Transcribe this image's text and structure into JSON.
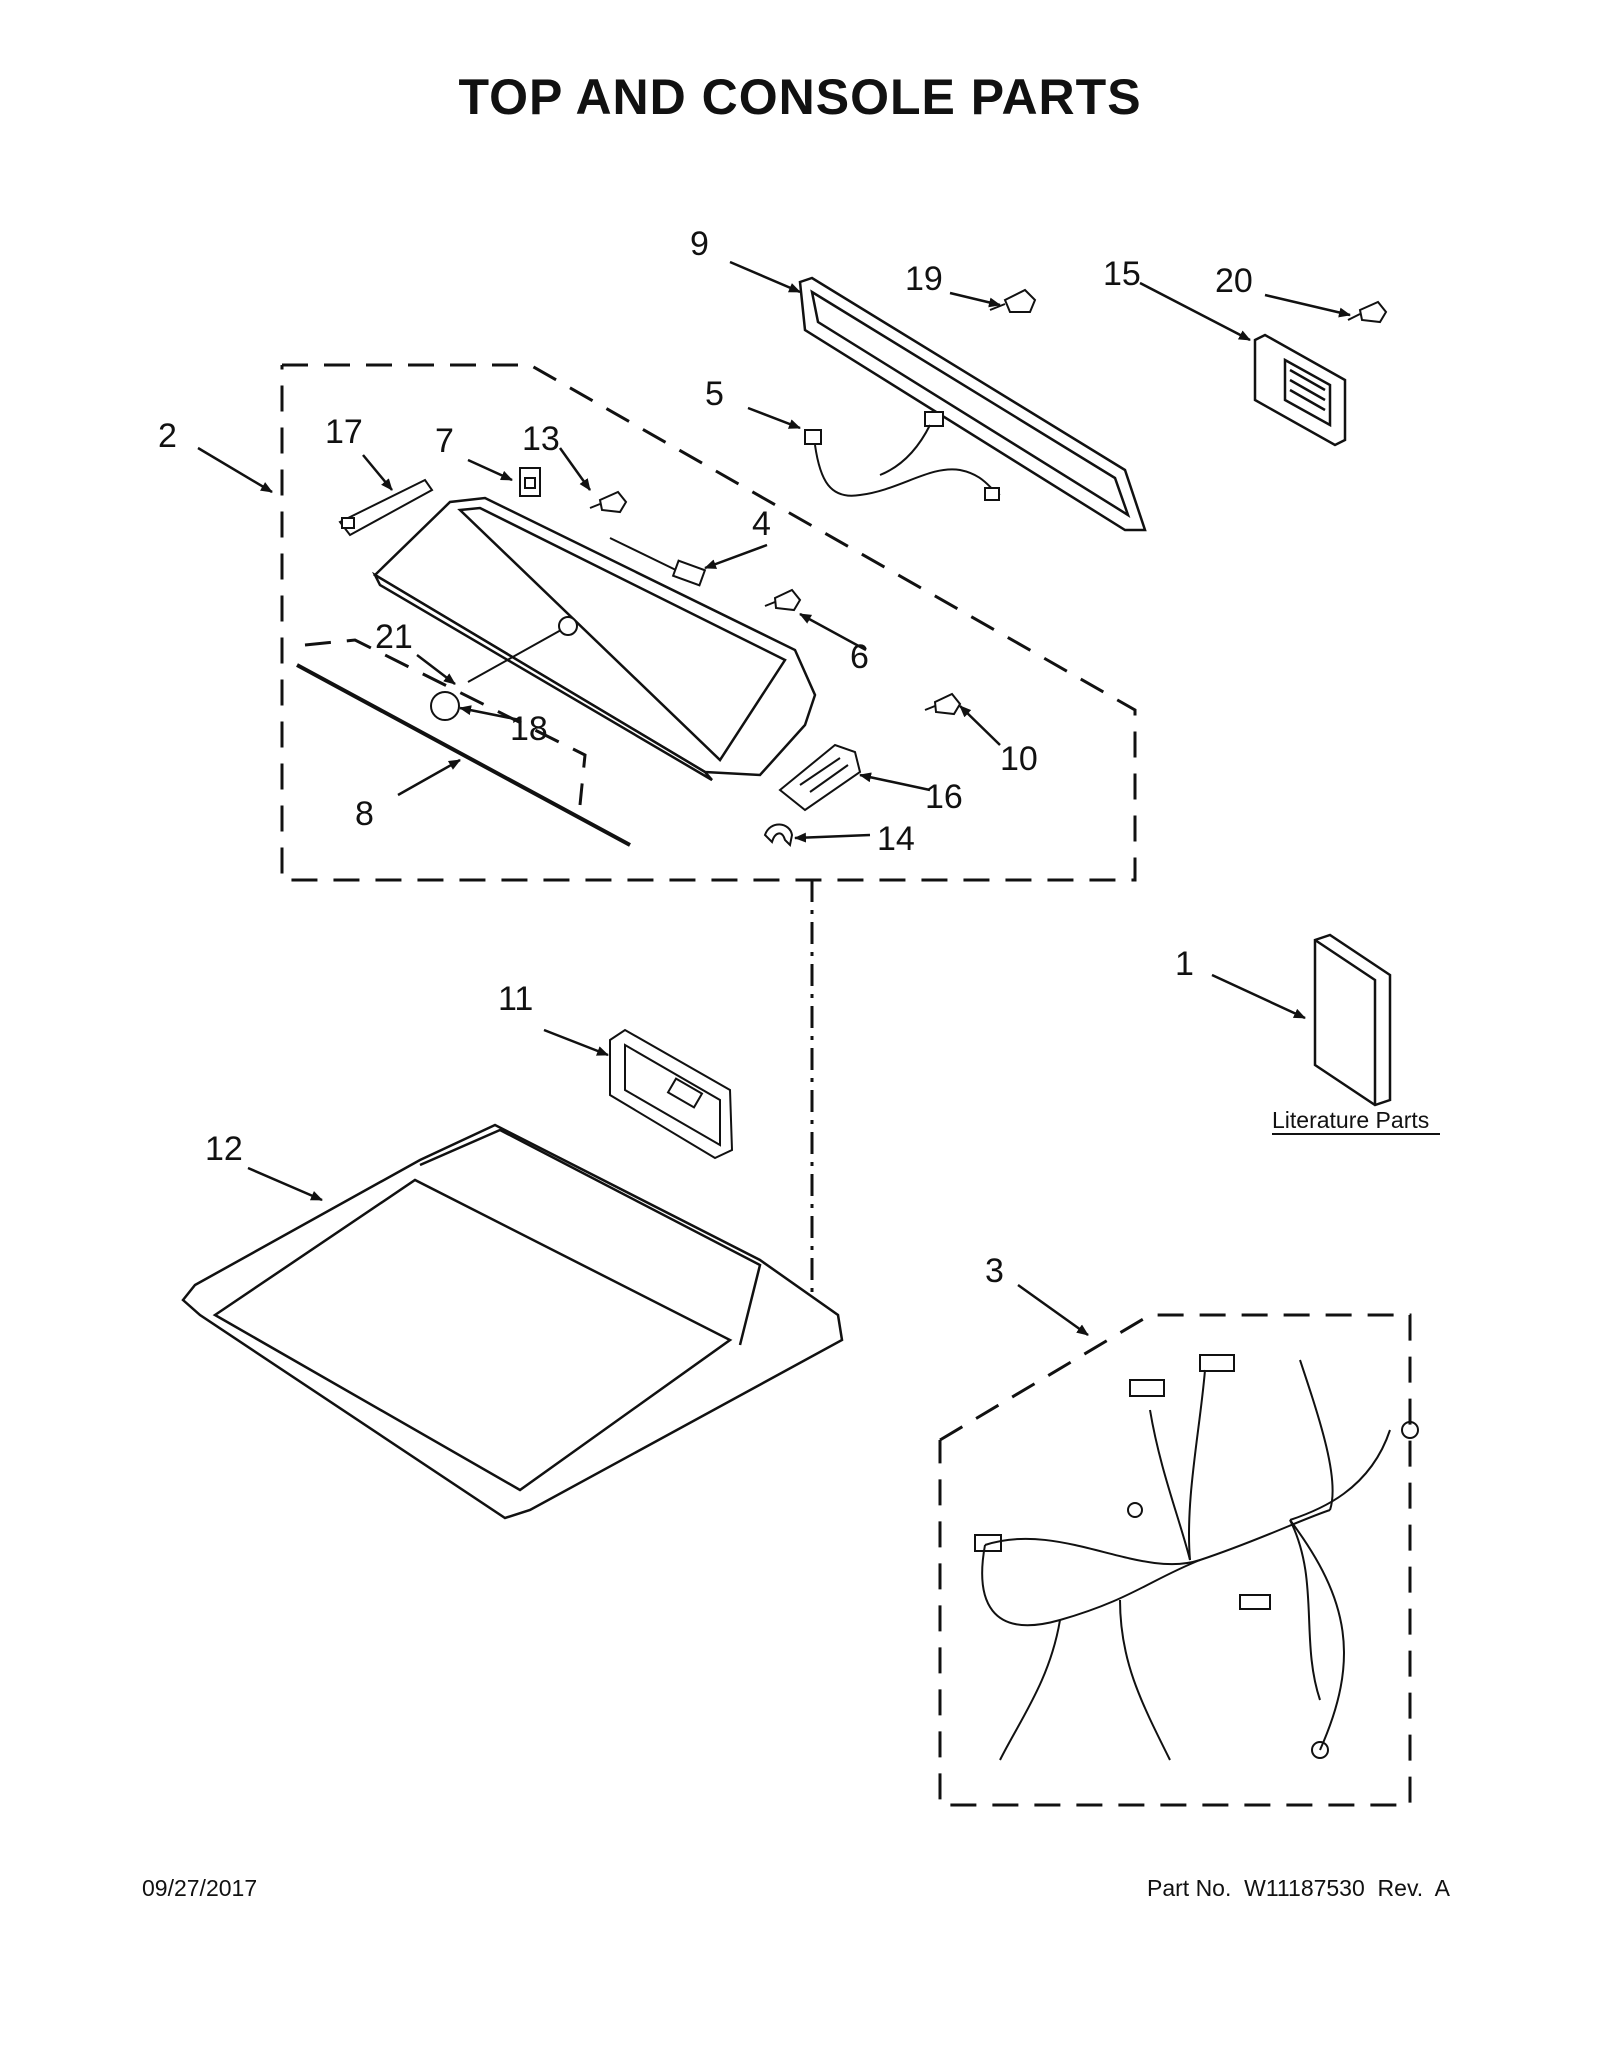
{
  "title": "TOP AND CONSOLE PARTS",
  "footer": {
    "date": "09/27/2017",
    "part_number": "Part No.  W11187530  Rev.  A"
  },
  "literature_label": "Literature Parts",
  "callouts": {
    "c1": "1",
    "c2": "2",
    "c3": "3",
    "c4": "4",
    "c5": "5",
    "c6": "6",
    "c7": "7",
    "c8": "8",
    "c9": "9",
    "c10": "10",
    "c11": "11",
    "c12": "12",
    "c13": "13",
    "c14": "14",
    "c15": "15",
    "c16": "16",
    "c17": "17",
    "c18": "18",
    "c19": "19",
    "c20": "20",
    "c21": "21"
  }
}
